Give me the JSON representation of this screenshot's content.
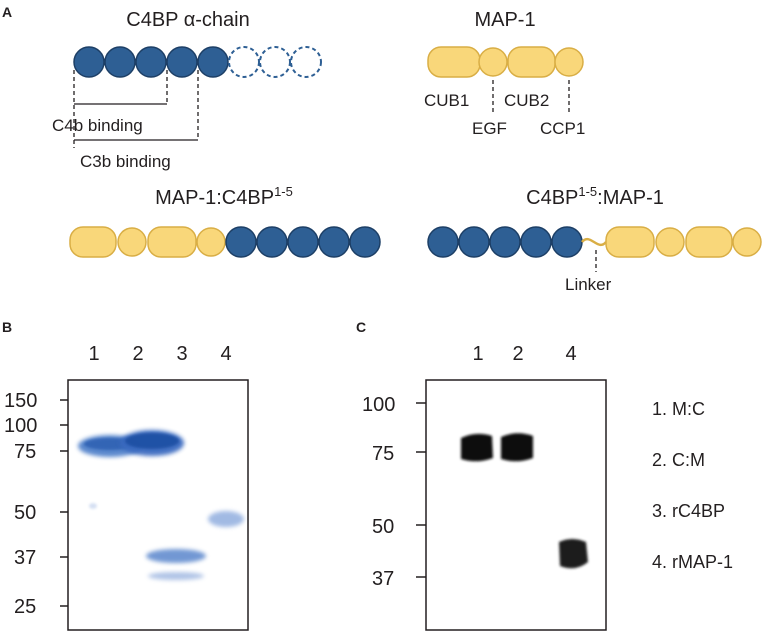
{
  "colors": {
    "blue": "#2e5f94",
    "blue_edge": "#1d3f66",
    "yellow": "#f9d77a",
    "yellow_edge": "#d9ae45",
    "ink": "#231f20",
    "blot": "#111111",
    "stain": "#3b6cc4"
  },
  "panel_a": {
    "letter": "A",
    "c4bp_title": "C4BP α-chain",
    "map1_title": "MAP-1",
    "c4b_binding": "C4b binding",
    "c3b_binding": "C3b binding",
    "cub1": "CUB1",
    "egf": "EGF",
    "cub2": "CUB2",
    "ccp1": "CCP1",
    "fusion1_title_base": "MAP-1:C4BP",
    "fusion1_title_sup": "1-5",
    "fusion2_title_base": "C4BP",
    "fusion2_title_sup": "1-5",
    "fusion2_title_rest": ":MAP-1",
    "linker": "Linker"
  },
  "panel_b": {
    "letter": "B",
    "lanes": [
      "1",
      "2",
      "3",
      "4"
    ],
    "markers": [
      "150",
      "100",
      "75",
      "50",
      "37",
      "25"
    ]
  },
  "panel_c": {
    "letter": "C",
    "lanes": [
      "1",
      "2",
      "4"
    ],
    "markers": [
      "100",
      "75",
      "50",
      "37"
    ],
    "legend": [
      "1. M:C",
      "2. C:M",
      "3. rC4BP",
      "4. rMAP-1"
    ]
  }
}
